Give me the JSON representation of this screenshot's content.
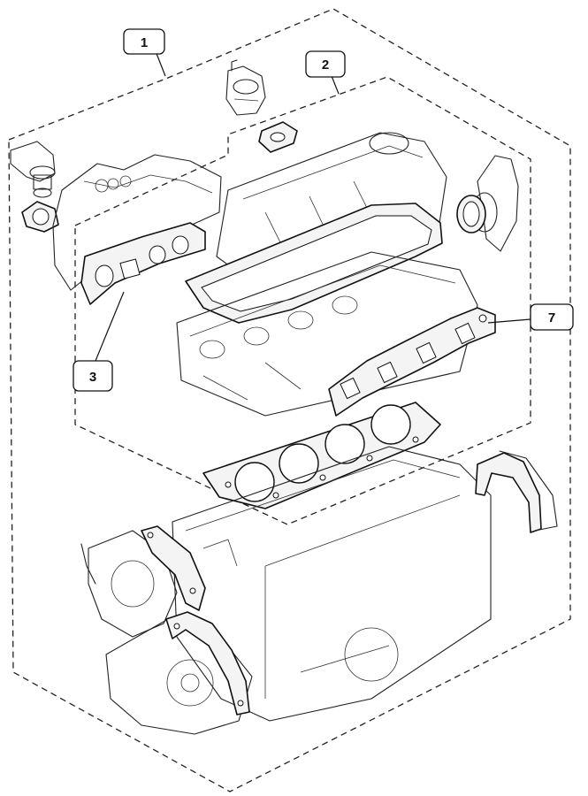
{
  "diagram": {
    "callouts": [
      {
        "id": "c1",
        "label": "1"
      },
      {
        "id": "c2",
        "label": "2"
      },
      {
        "id": "c3",
        "label": "3"
      },
      {
        "id": "c7",
        "label": "7"
      }
    ]
  }
}
